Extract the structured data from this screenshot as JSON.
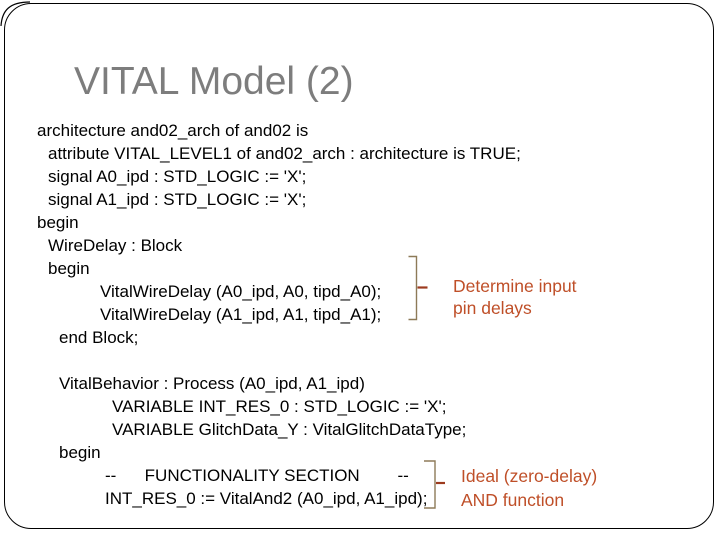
{
  "slide": {
    "title": "VITAL Model (2)"
  },
  "code": {
    "lines": [
      {
        "t": "architecture and02_arch of and02 is",
        "ind": 0
      },
      {
        "t": "attribute VITAL_LEVEL1 of and02_arch : architecture is TRUE;",
        "ind": 1
      },
      {
        "t": "signal A0_ipd : STD_LOGIC := 'X';",
        "ind": 1
      },
      {
        "t": "signal A1_ipd : STD_LOGIC := 'X';",
        "ind": 1
      },
      {
        "t": "begin",
        "ind": 0
      },
      {
        "t": "WireDelay : Block",
        "ind": 1
      },
      {
        "t": "begin",
        "ind": 1
      },
      {
        "t": "VitalWireDelay (A0_ipd, A0, tipd_A0);",
        "ind": 3
      },
      {
        "t": "VitalWireDelay (A1_ipd, A1, tipd_A1);",
        "ind": 3
      },
      {
        "t": "end Block;",
        "ind": 2
      },
      {
        "t": "",
        "ind": 0
      },
      {
        "t": "VitalBehavior : Process (A0_ipd, A1_ipd)",
        "ind": 2
      },
      {
        "t": "VARIABLE INT_RES_0 : STD_LOGIC := 'X';",
        "ind": 5
      },
      {
        "t": "VARIABLE GlitchData_Y : VitalGlitchDataType;",
        "ind": 5
      },
      {
        "t": "begin",
        "ind": 2
      },
      {
        "t": "--      FUNCTIONALITY SECTION        --",
        "ind": 4
      },
      {
        "t": "INT_RES_0 := VitalAnd2 (A0_ipd, A1_ipd);",
        "ind": 4
      }
    ]
  },
  "annotations": {
    "wire_delay": {
      "line1": "Determine input",
      "line2": "pin delays"
    },
    "and_function": {
      "line1": "Ideal (zero-delay)",
      "line2": "AND function"
    }
  },
  "colors": {
    "title": "#7d7d7d",
    "code_text": "#000000",
    "annotation": "#bf4f28",
    "bracket": "#8d7a58",
    "bracket_dash": "#9c3a1e",
    "border": "#000000"
  }
}
